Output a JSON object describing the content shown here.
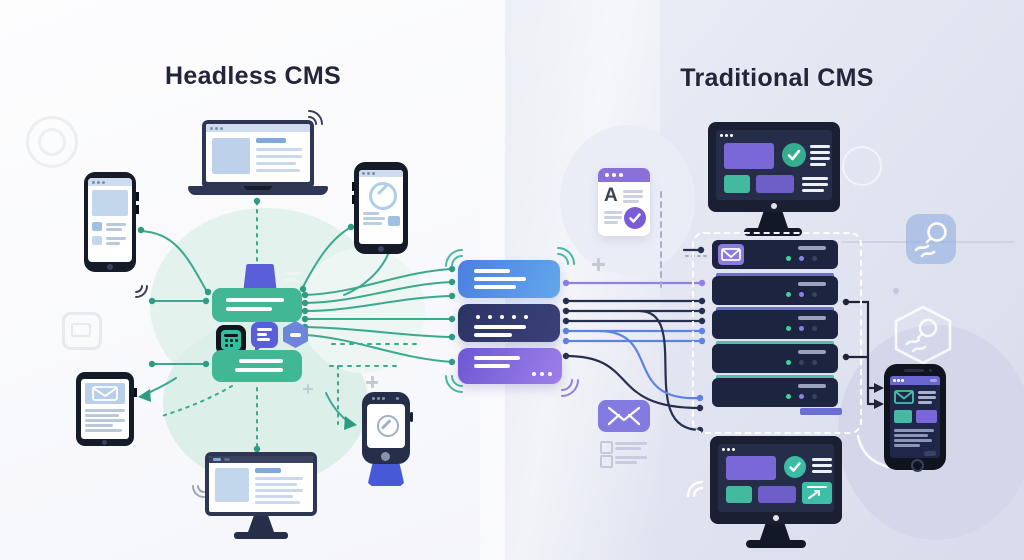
{
  "titles": {
    "left": "Headless CMS",
    "right": "Traditional CMS"
  },
  "icons": {
    "document_letter": "A"
  },
  "left_panel": {
    "title": "Headless CMS",
    "devices": [
      "laptop",
      "smartphone",
      "smartphone-dashboard",
      "content-hub",
      "tablet-newsletter",
      "desktop-monitor",
      "smartwatch"
    ],
    "hub": {
      "content_blocks": 2,
      "icons": [
        "bookmark-icon",
        "calendar-icon",
        "chat-bubble-icon",
        "hexagon-minus-icon"
      ],
      "accent_color": "#41b793"
    }
  },
  "api_layer": {
    "cards": [
      {
        "style": "gradient-blue",
        "color": "#4b7fe0",
        "lines": 3
      },
      {
        "style": "navy",
        "color": "#2c3364",
        "dots": 5,
        "lines": 2
      },
      {
        "style": "gradient-purple",
        "color": "#6d58d4",
        "lines": 2,
        "dots": 3
      }
    ]
  },
  "right_panel": {
    "title": "Traditional CMS",
    "monitors": 2,
    "server_rack_units": 5,
    "server_indicators": [
      "green",
      "purple",
      "dark"
    ],
    "icons": [
      "document-check-icon",
      "envelope-icon",
      "checklist-icon",
      "speed-search-tile-icon",
      "speed-search-hexagon-icon",
      "smartphone-dark"
    ]
  },
  "colors": {
    "left_background": "#fbfcfe",
    "right_background": "#e1e4f0",
    "teal": "#41b793",
    "green_connector": "#3aa98d",
    "navy_frame": "#2e3654",
    "purple": "#5a5ed8",
    "server_dark": "#1d2440",
    "indicator_green": "#3ed39b",
    "indicator_purple": "#8f7fe8",
    "screen_blue": "#bdd2ea"
  }
}
